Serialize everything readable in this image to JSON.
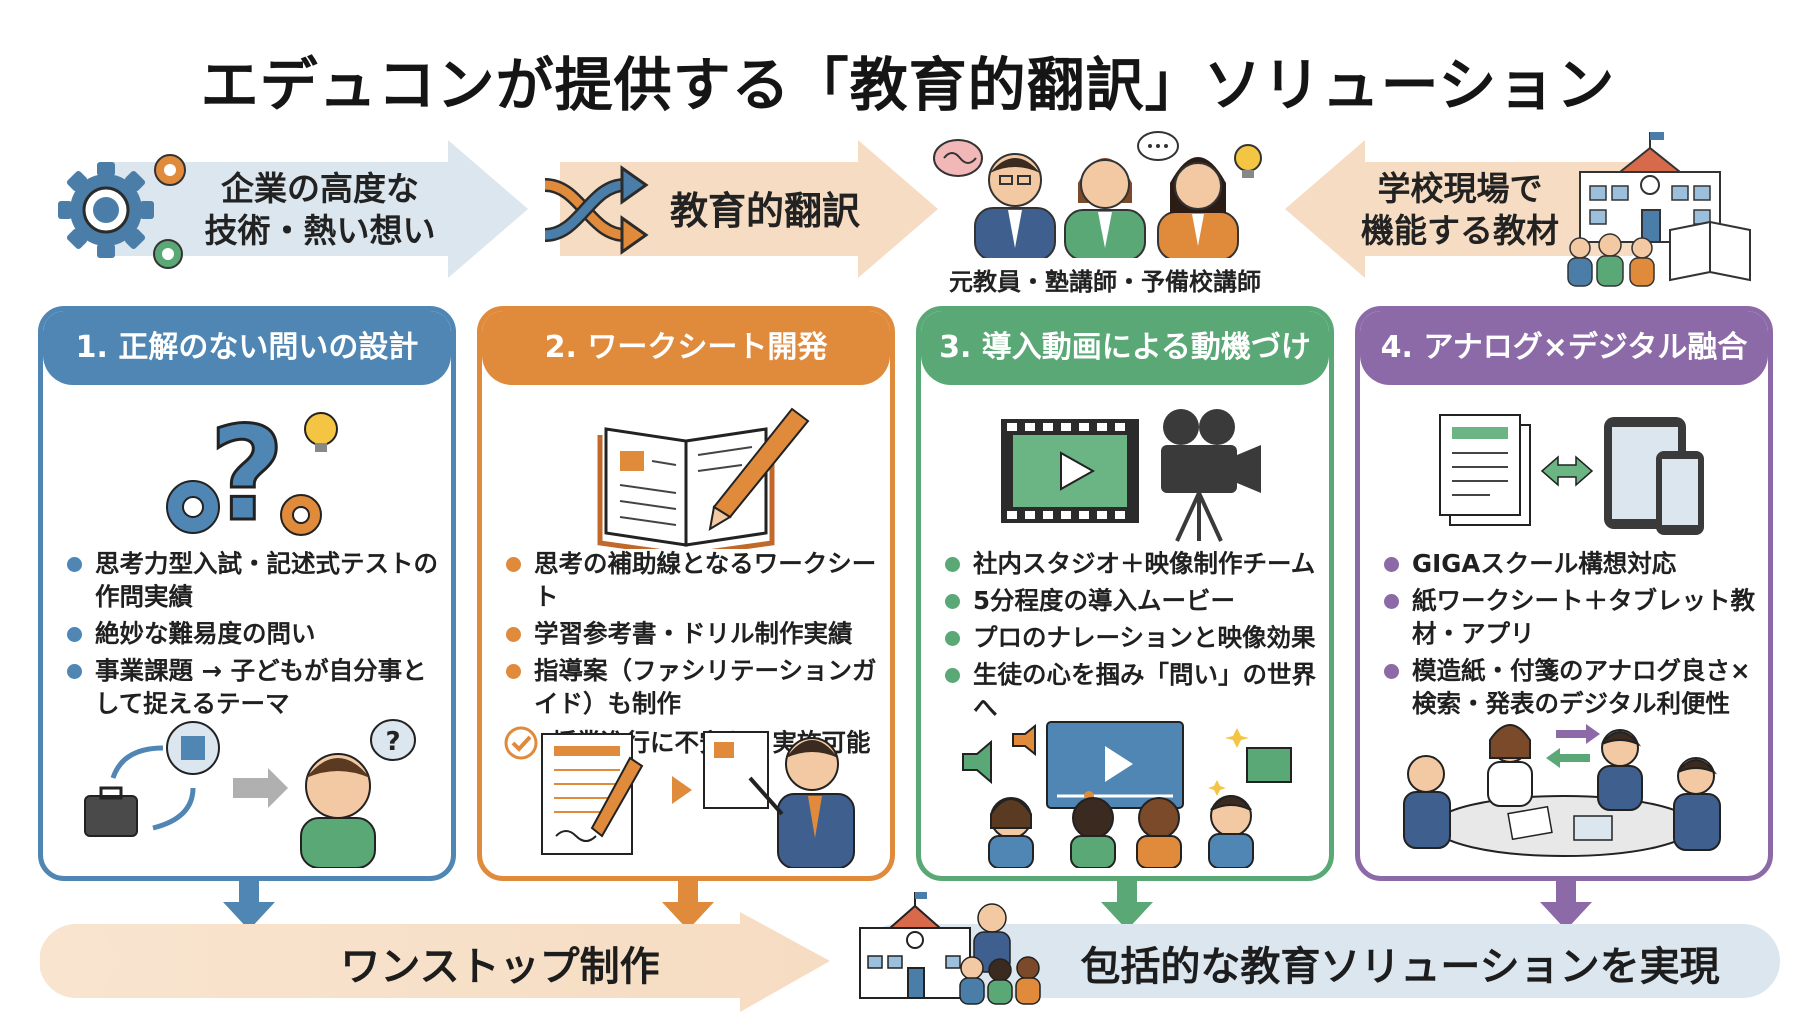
{
  "title": "エデュコンが提供する「教育的翻訳」ソリューション",
  "flow": {
    "step1": {
      "line1": "企業の高度な",
      "line2": "技術・熱い想い",
      "icon": "gears-icon"
    },
    "step2": {
      "label": "教育的翻訳",
      "icon": "shuffle-arrows-icon"
    },
    "step3": {
      "caption": "元教員・塾講師・予備校講師",
      "icon": "teachers-group-icon"
    },
    "step4": {
      "line1": "学校現場で",
      "line2": "機能する教材",
      "icon": "school-building-icon"
    }
  },
  "cards": [
    {
      "header": "1. 正解のない問いの設計",
      "color": "#4f86b3",
      "icon": "question-gears-icon",
      "bullets": [
        "思考力型入試・記述式テストの作問実績",
        "絶妙な難易度の問い",
        "事業課題 → 子どもが自分事として捉えるテーマ"
      ],
      "illustration": "business-to-child-illustration"
    },
    {
      "header": "2. ワークシート開発",
      "color": "#e08a3c",
      "icon": "open-book-pencil-icon",
      "bullets": [
        "思考の補助線となるワークシート",
        "学習参考書・ドリル制作実績",
        "指導案（ファシリテーションガイド）も制作"
      ],
      "check": "授業進行に不安なく実施可能",
      "illustration": "worksheet-teacher-illustration"
    },
    {
      "header": "3. 導入動画による動機づけ",
      "color": "#5aa876",
      "icon": "film-camera-icon",
      "bullets": [
        "社内スタジオ＋映像制作チーム",
        "5分程度の導入ムービー",
        "プロのナレーションと映像効果",
        "生徒の心を掴み「問い」の世界へ"
      ],
      "illustration": "students-watching-video-illustration"
    },
    {
      "header": "4. アナログ×デジタル融合",
      "color": "#8c6aa8",
      "icon": "paper-tablet-icon",
      "bullets": [
        "GIGAスクール構想対応",
        "紙ワークシート＋タブレット教材・アプリ",
        "模造紙・付箋のアナログ良さ×検索・発表のデジタル利便性"
      ],
      "illustration": "group-discussion-illustration"
    }
  ],
  "bottom": {
    "left": "ワンストップ制作",
    "right": "包括的な教育ソリューションを実現",
    "icon": "school-people-icon"
  }
}
